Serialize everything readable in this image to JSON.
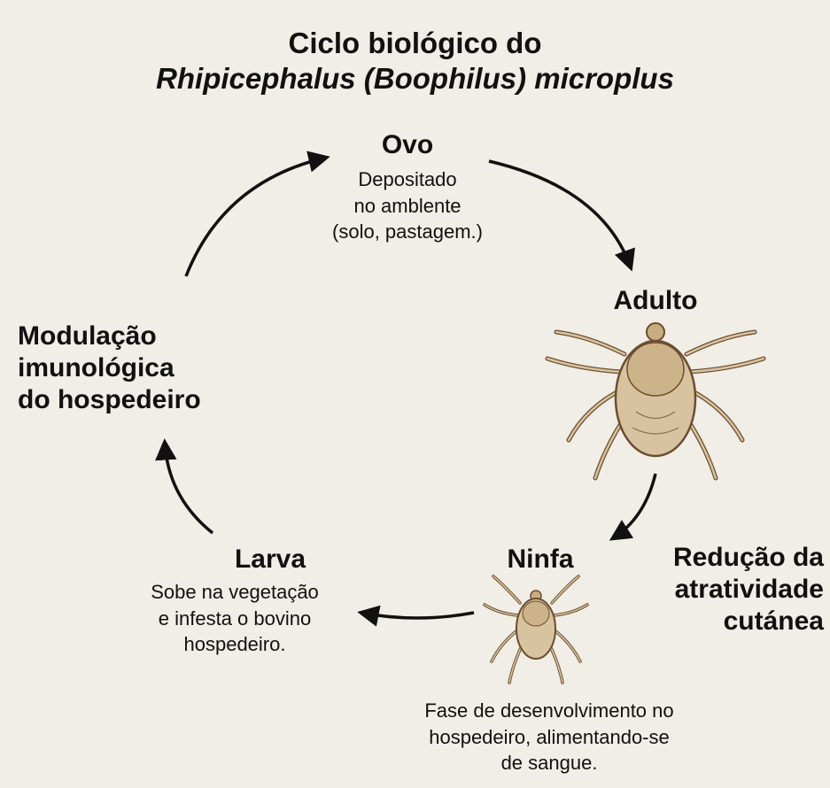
{
  "title": {
    "line1": "Ciclo biológico do",
    "line2": "Rhipicephalus (Boophilus)  microplus"
  },
  "stages": {
    "ovo": {
      "label": "Ovo",
      "desc": [
        "Depositado",
        "no amblente",
        "(solo, pastagem.)"
      ]
    },
    "adulto": {
      "label": "Adulto",
      "icon": "tick-adult-illustration"
    },
    "ninfa": {
      "label": "Ninfa",
      "icon": "tick-nymph-illustration",
      "desc": [
        "Fase de desenvolvimento no",
        "hospedeiro, alimentando-se",
        "de sangue."
      ]
    },
    "larva": {
      "label": "Larva",
      "desc": [
        "Sobe na vegetação",
        "e infesta o bovino",
        "hospedeiro."
      ]
    }
  },
  "annotations": {
    "left": [
      "Modulação",
      "imunológica",
      "do hospedeiro"
    ],
    "right": [
      "Redução da",
      "atratividade",
      "cutánea"
    ]
  },
  "colors": {
    "background": "#f1ede7",
    "text": "#111111",
    "arrow": "#111111",
    "tick_body": "#d8c3a0",
    "tick_outline": "#6b4e2e"
  }
}
